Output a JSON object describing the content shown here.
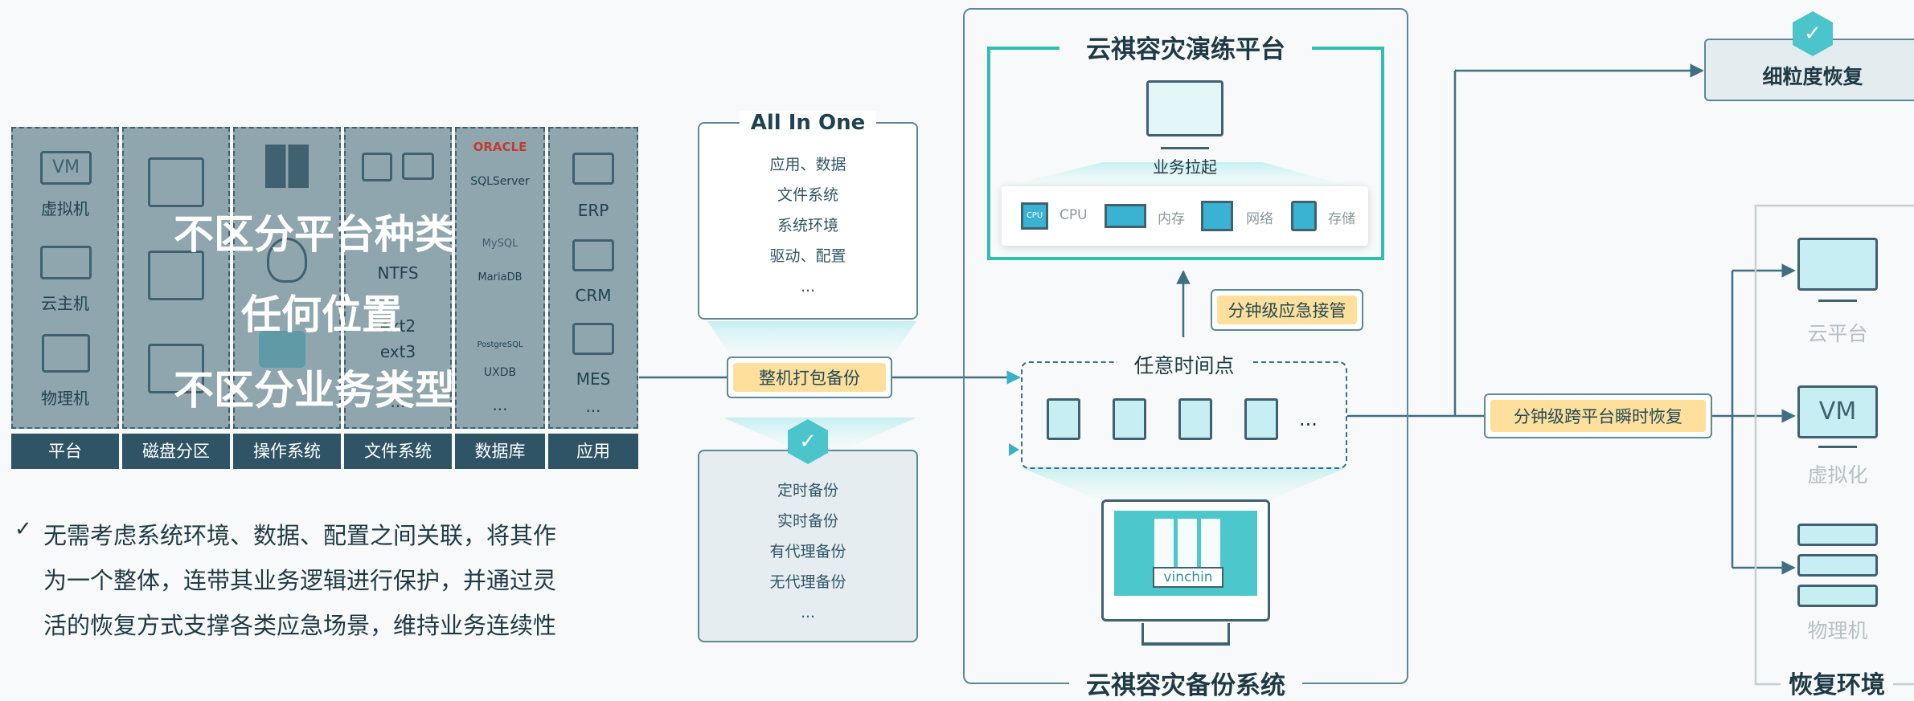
{
  "left_panel": {
    "columns": [
      {
        "footer": "平台",
        "items": [
          "虚拟机",
          "云主机",
          "物理机"
        ],
        "vm_badge": "VM"
      },
      {
        "footer": "磁盘分区"
      },
      {
        "footer": "操作系统"
      },
      {
        "footer": "文件系统",
        "items": [
          "NTFS",
          "ext2",
          "ext3",
          "..."
        ]
      },
      {
        "footer": "数据库",
        "items": [
          "ORACLE",
          "SQLServer",
          "MySQL",
          "MariaDB",
          "PostgreSQL",
          "UXDB",
          "..."
        ]
      },
      {
        "footer": "应用",
        "items": [
          "ERP",
          "CRM",
          "MES",
          "..."
        ]
      }
    ],
    "overlay": [
      "不区分平台种类",
      "任何位置",
      "不区分业务类型"
    ]
  },
  "description": {
    "check": "✓",
    "lines": [
      "无需考虑系统环境、数据、配置之间关联，将其作",
      "为一个整体，连带其业务逻辑进行保护，并通过灵",
      "活的恢复方式支撑各类应急场景，维持业务连续性"
    ]
  },
  "all_in_one": {
    "title": "All In One",
    "items": [
      "应用、数据",
      "文件系统",
      "系统环境",
      "驱动、配置",
      "..."
    ]
  },
  "backup_tag": "整机打包备份",
  "backup_modes": [
    "定时备份",
    "实时备份",
    "有代理备份",
    "无代理备份",
    "..."
  ],
  "drill_platform": {
    "title": "云祺容灾演练平台",
    "label": "业务拉起",
    "resources": [
      "CPU",
      "内存",
      "网络",
      "存储"
    ],
    "cpu_chip": "CPU"
  },
  "emergency_tag": "分钟级应急接管",
  "anytime": {
    "title": "任意时间点",
    "more": "..."
  },
  "backup_system": {
    "title": "云祺容灾备份系统",
    "logo": "vinchin"
  },
  "cross_restore_tag": "分钟级跨平台瞬时恢复",
  "fine_restore": "细粒度恢复",
  "restore_env": {
    "title": "恢复环境",
    "targets": [
      "云平台",
      "虚拟化",
      "物理机"
    ],
    "vm_badge": "VM"
  },
  "colors": {
    "teal": "#2fbfb0",
    "dark": "#2e5466",
    "tag_fill": "#ffdf9c",
    "line": "#3f6f80",
    "arrow": "#3bb0c9"
  }
}
